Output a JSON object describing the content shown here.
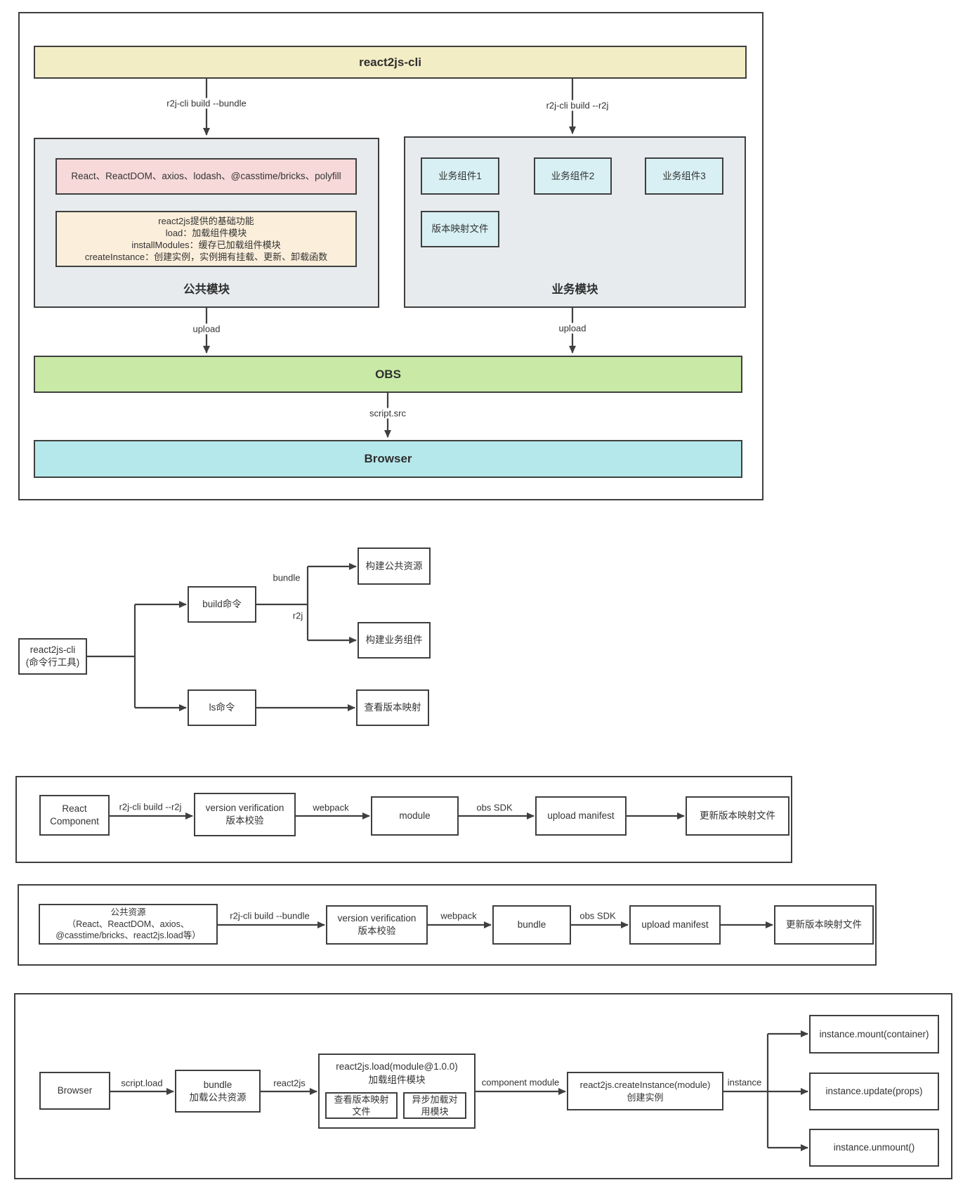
{
  "colors": {
    "title_bar": "#f2edc4",
    "module_panel": "#e7ebee",
    "deps_box": "#f7d9d9",
    "features_box": "#fbeeda",
    "component_box": "#d8f0f4",
    "obs_bar": "#c9e9a6",
    "browser_bar": "#b5e8eb",
    "line": "#3f3f3f"
  },
  "architecture": {
    "title": "react2js-cli",
    "cmd_bundle": "r2j-cli build --bundle",
    "cmd_r2j": "r2j-cli build --r2j",
    "public_module": {
      "deps": "React、ReactDOM、axios、lodash、@casstime/bricks、polyfill",
      "features": [
        "react2js提供的基础功能",
        "load：加载组件模块",
        "installModules：缓存已加载组件模块",
        "createInstance：创建实例，实例拥有挂载、更新、卸载函数"
      ],
      "label": "公共模块"
    },
    "business_module": {
      "comp1": "业务组件1",
      "comp2": "业务组件2",
      "comp3": "业务组件3",
      "version_map": "版本映射文件",
      "label": "业务模块"
    },
    "upload_left": "upload",
    "upload_right": "upload",
    "obs": "OBS",
    "script_src": "script.src",
    "browser": "Browser"
  },
  "cli_tree": {
    "root_line1": "react2js-cli",
    "root_line2": "(命令行工具)",
    "build_cmd": "build命令",
    "ls_cmd": "ls命令",
    "bundle_label": "bundle",
    "r2j_label": "r2j",
    "build_public": "构建公共资源",
    "build_business": "构建业务组件",
    "view_version": "查看版本映射"
  },
  "component_pipeline": {
    "source_line1": "React",
    "source_line2": "Component",
    "arrow1": "r2j-cli build --r2j",
    "verify_line1": "version verification",
    "verify_line2": "版本校验",
    "arrow2": "webpack",
    "module": "module",
    "arrow3": "obs SDK",
    "upload_manifest": "upload manifest",
    "update_manifest": "更新版本映射文件"
  },
  "bundle_pipeline": {
    "source_line1": "公共资源",
    "source_line2": "（React、ReactDOM、axios、",
    "source_line3": "@casstime/bricks、react2js.load等）",
    "arrow1": "r2j-cli build --bundle",
    "verify_line1": "version verification",
    "verify_line2": "版本校验",
    "arrow2": "webpack",
    "bundle": "bundle",
    "arrow3": "obs SDK",
    "upload_manifest": "upload manifest",
    "update_manifest": "更新版本映射文件"
  },
  "runtime_flow": {
    "browser": "Browser",
    "script_load": "script.load",
    "bundle_line1": "bundle",
    "bundle_line2": "加载公共资源",
    "react2js_label": "react2js",
    "load_title1": "react2js.load(module@1.0.0)",
    "load_title2": "加载组件模块",
    "load_sub1_line1": "查看版本映射",
    "load_sub1_line2": "文件",
    "load_sub2_line1": "异步加载对",
    "load_sub2_line2": "用模块",
    "component_module": "component module",
    "create_line1": "react2js.createInstance(module)",
    "create_line2": "创建实例",
    "instance_label": "instance",
    "mount": "instance.mount(container)",
    "update": "instance.update(props)",
    "unmount": "instance.unmount()"
  }
}
